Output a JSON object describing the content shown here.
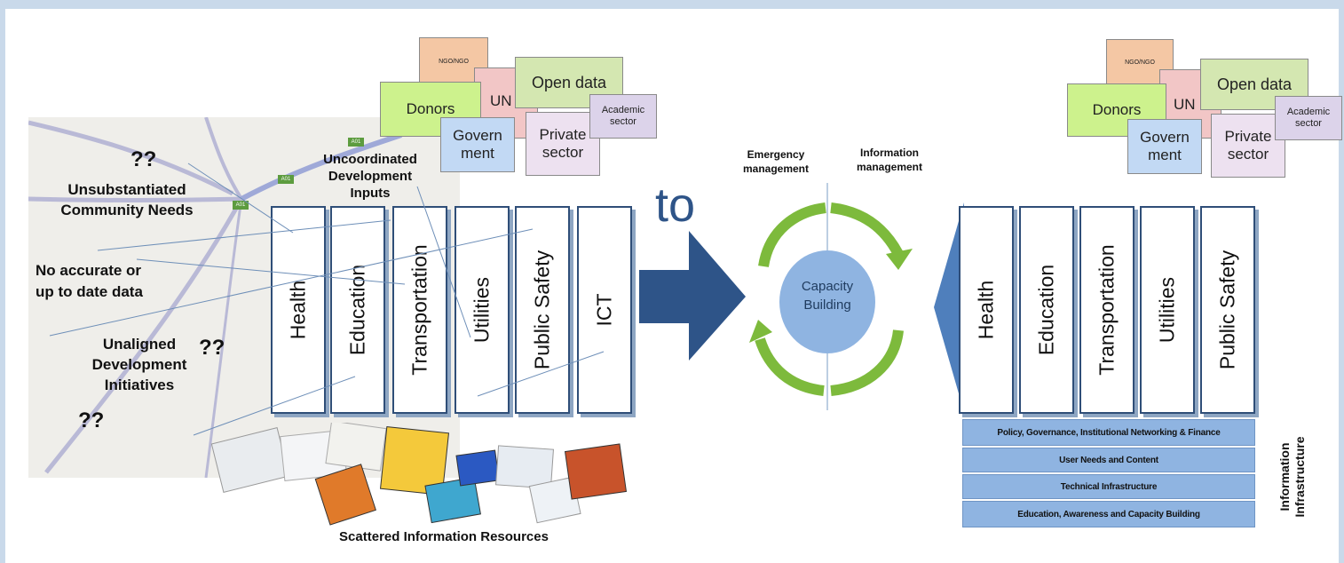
{
  "left": {
    "question_marks": [
      "??",
      "??",
      "??"
    ],
    "labels": {
      "community_needs": "Unsubstantiated Community Needs",
      "no_data": "No accurate or up to date data",
      "unaligned": "Unaligned Development Initiatives",
      "uncoordinated": "Uncoordinated Development Inputs",
      "scattered": "Scattered Information Resources"
    },
    "road_signs": [
      "A01",
      "A01",
      "A01"
    ],
    "pillars": [
      "Health",
      "Education",
      "Transportation",
      "Utilities",
      "Public Safety",
      "ICT"
    ]
  },
  "stakeholders": {
    "ngo": "NGO/NGO",
    "donors": "Donors",
    "un": "UN",
    "open_data": "Open data",
    "government": "Govern ment",
    "private": "Private sector",
    "academic": "Academic sector"
  },
  "middle": {
    "to_label": "to",
    "emergency": "Emergency management",
    "information": "Information management",
    "center": "Capacity Building"
  },
  "right": {
    "pillars": [
      "Health",
      "Education",
      "Transportation",
      "Utilities",
      "Public Safety"
    ],
    "bands": [
      "Policy, Governance, Institutional Networking & Finance",
      "User Needs and Content",
      "Technical Infrastructure",
      "Education, Awareness and Capacity Building"
    ],
    "infra_label": "Information Infrastructure"
  },
  "colors": {
    "arrow": "#2e5488",
    "cycle_green": "#7dba3c",
    "circle": "#8fb4e1",
    "band": "#8fb4e1"
  }
}
